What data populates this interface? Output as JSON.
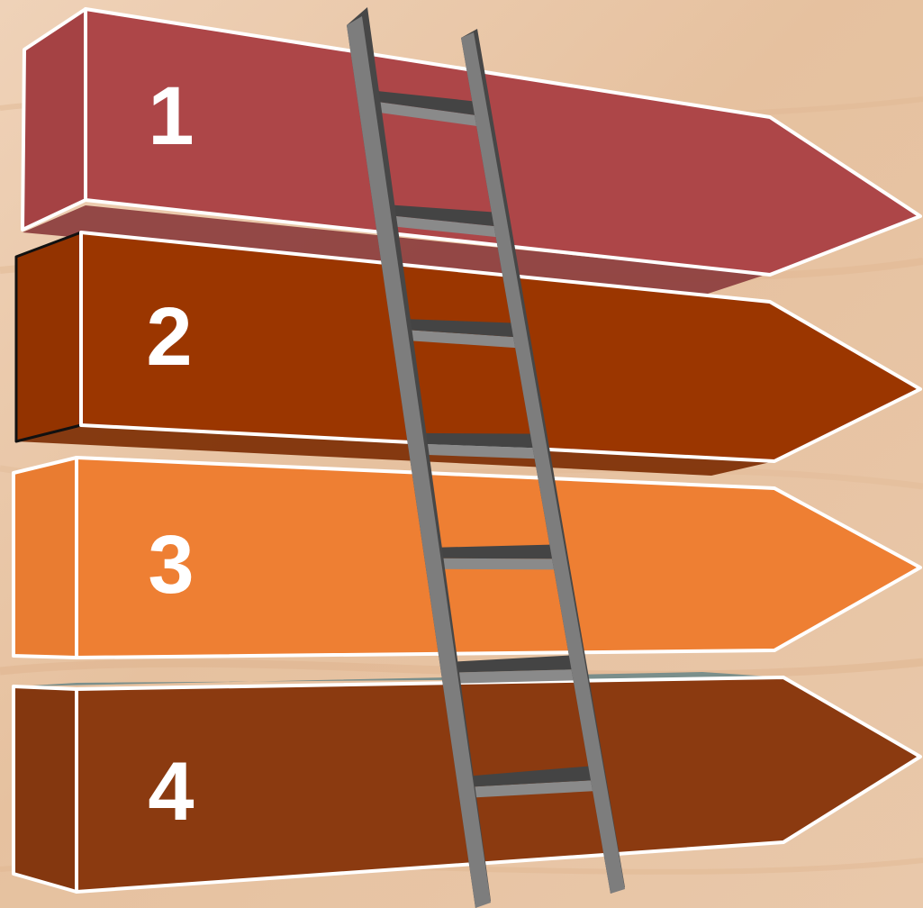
{
  "colors": {
    "background": "#e9c8ab",
    "outline": "#ffffff",
    "number_text": "#ffffff",
    "ladder_rail": "#7d7d7d",
    "ladder_rail_shade": "#474747",
    "ladder_rung_top": "#444444",
    "ladder_rung_face": "#8a8a8a"
  },
  "steps": [
    {
      "number": "1",
      "front": "#ad4648",
      "side": "#a54244",
      "shadow": "#8a3a3b"
    },
    {
      "number": "2",
      "front": "#9b3600",
      "side": "#933300",
      "shadow": "#7a2a00"
    },
    {
      "number": "3",
      "front": "#ee7f33",
      "side": "#e97c31",
      "shadow": "#b85f24"
    },
    {
      "number": "4",
      "front": "#8b3a10",
      "side": "#84370f",
      "shadow": "#6e8a8a"
    }
  ],
  "ladder": {
    "rung_count": 7
  }
}
